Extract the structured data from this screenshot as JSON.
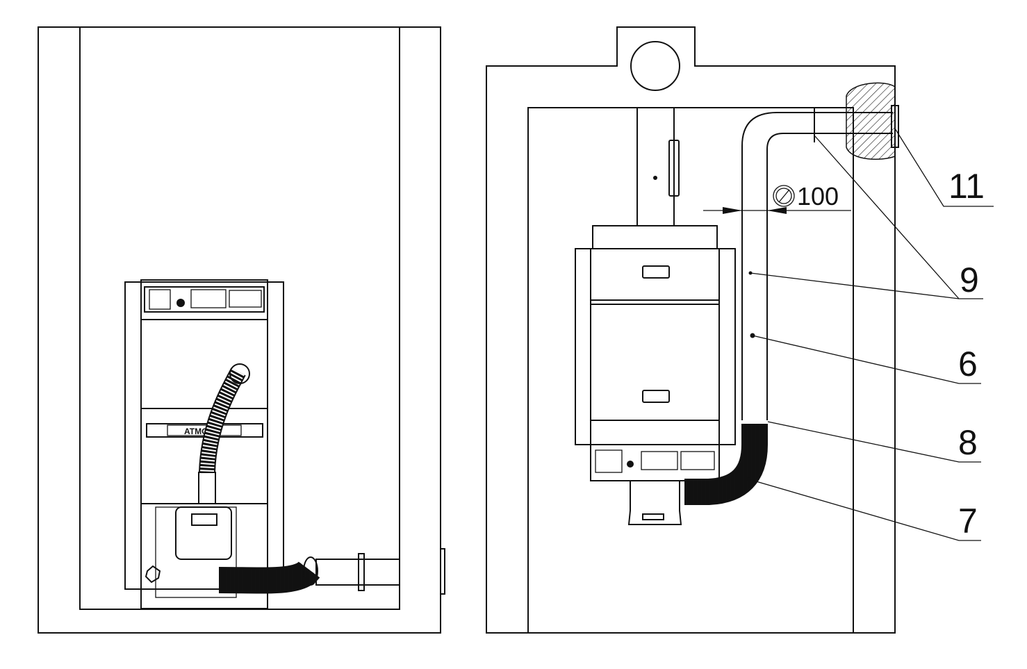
{
  "left_view": {
    "brand_plate": "ATMO"
  },
  "right_view": {
    "dimension": {
      "symbol": "diameter",
      "value": "100"
    },
    "callouts": [
      "11",
      "9",
      "6",
      "8",
      "7"
    ]
  }
}
